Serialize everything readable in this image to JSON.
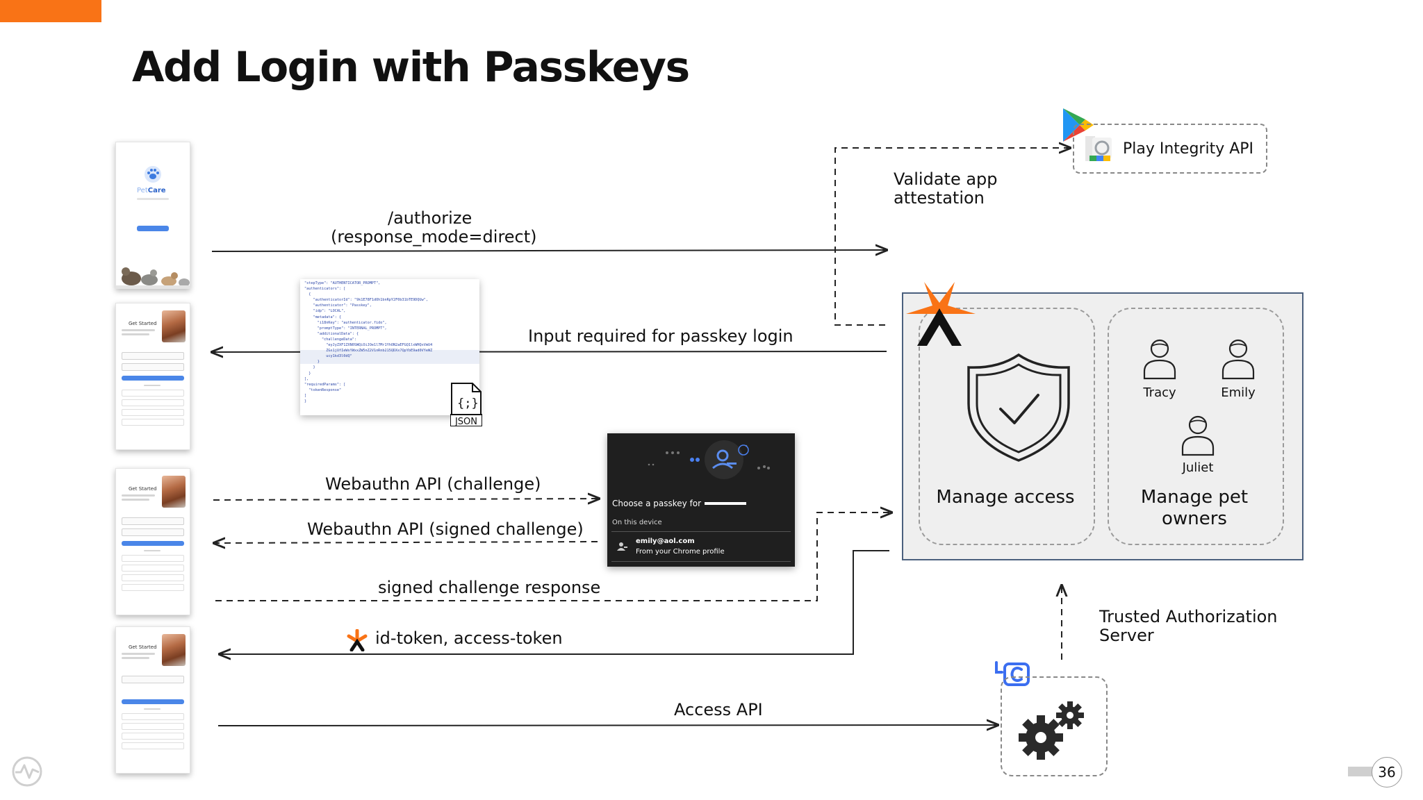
{
  "slide": {
    "title": "Add Login with Passkeys",
    "page_number": "36",
    "accent_color": "#f97316"
  },
  "flows": {
    "authorize_line1": "/authorize",
    "authorize_line2": "(response_mode=direct)",
    "input_required": "Input required for passkey login",
    "webauthn_challenge": "Webauthn API (challenge)",
    "webauthn_signed": "Webauthn API (signed challenge)",
    "signed_response": "signed challenge response",
    "tokens": "id-token, access-token",
    "access_api": "Access API",
    "validate_line1": "Validate app",
    "validate_line2": "attestation"
  },
  "play_integrity": {
    "label": "Play Integrity API"
  },
  "server": {
    "label_line1": "Trusted Authorization",
    "label_line2": "Server",
    "manage_access": "Manage access",
    "manage_owners_line1": "Manage pet",
    "manage_owners_line2": "owners",
    "users": [
      "Tracy",
      "Emily",
      "Juliet"
    ]
  },
  "phones": {
    "app_name_1": "Pet",
    "app_name_2": "Care",
    "get_started": "Get Started"
  },
  "json_card": {
    "code": "\"stepType\": \"AUTHENTICATOR_PROMPT\",\n\"authenticators\": [\n  {\n    \"authenticatorId\": \"9k1E78F1dOh1bnRpY2F0b31bTE9DQUw\",\n    \"authenticator\": \"Passkey\",\n    \"idp\": \"LOCAL\",\n    \"metadata\": {\n      \"i18nKey\": \"authenticator.fido\",\n      \"promptType\": \"INTERNAL_PROMPT\",\n      \"additionalData\": {\n        \"challengeData\":\n          \"eyJyZXF1ZXN0SWQiOiJOe1l7Mr1YhON2aEFGQ1lxWHQxVmU4\n          ZGx1jUfIeWsYWxxZW5nZ2V1nRnb215QDXx7QpYbE9ad0VYeWZ\n          ucy1kd3l0dQ\"\n      }\n    }\n  }\n],\n\"requiredParams\": [\n  \"tokenResponse\"\n]\n}",
    "badge": "JSON"
  },
  "passkey_dialog": {
    "title": "Choose a passkey for",
    "section": "On this device",
    "account": "emily@aol.com",
    "source": "From your Chrome profile"
  }
}
